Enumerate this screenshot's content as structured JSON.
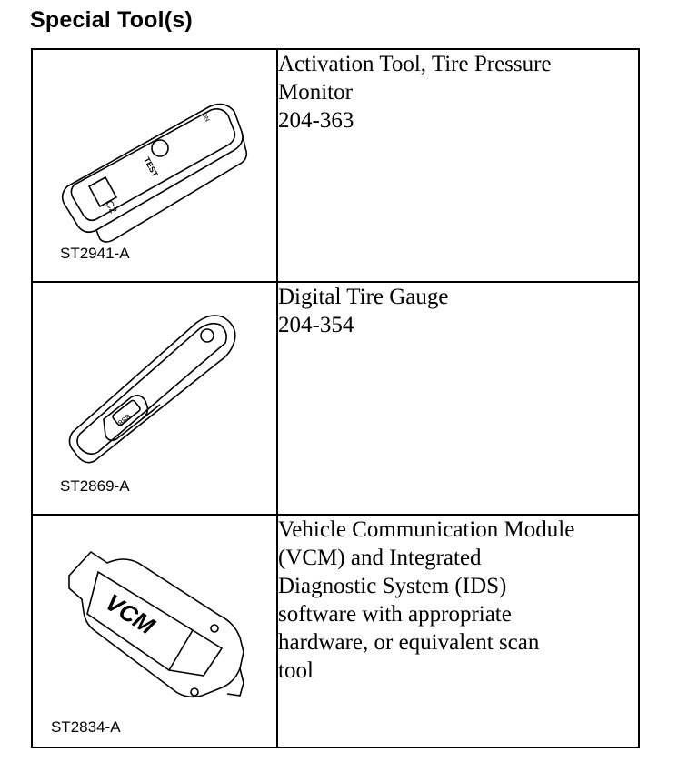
{
  "title": "Special Tool(s)",
  "tools": [
    {
      "figure_id": "ST2941-A",
      "description": "Activation Tool, Tire Pressure\nMonitor\n204-363",
      "icon": "tpms-activation-tool-icon",
      "icon_labels": [
        "TEST",
        "C2",
        "ON"
      ]
    },
    {
      "figure_id": "ST2869-A",
      "description": "Digital Tire Gauge\n204-354",
      "icon": "digital-tire-gauge-icon",
      "icon_labels": [
        "888"
      ]
    },
    {
      "figure_id": "ST2834-A",
      "description": "Vehicle Communication Module\n(VCM) and Integrated\nDiagnostic System (IDS)\nsoftware with appropriate\nhardware, or equivalent scan\ntool",
      "icon": "vcm-module-icon",
      "icon_labels": [
        "VCM"
      ]
    }
  ]
}
